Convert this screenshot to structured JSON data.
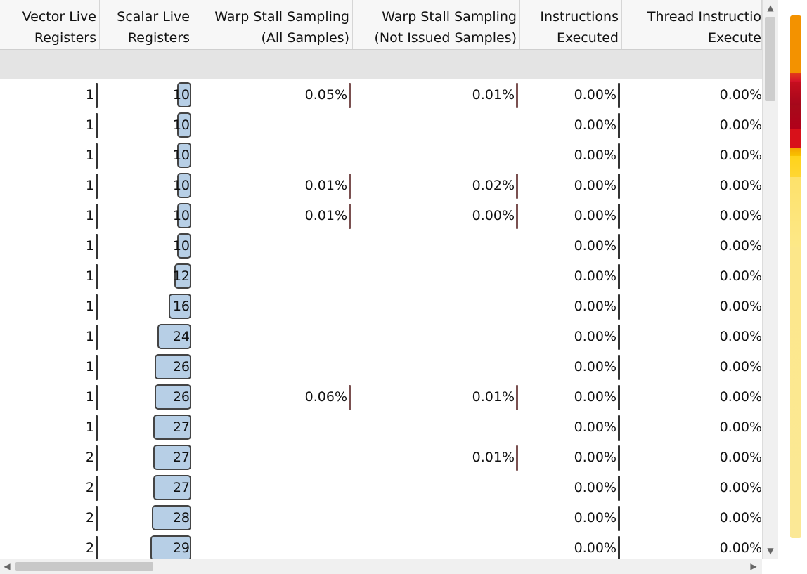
{
  "columns": [
    {
      "id": "vector_live",
      "line1": "Vector Live",
      "line2": "Registers"
    },
    {
      "id": "scalar_live",
      "line1": "Scalar Live",
      "line2": "Registers"
    },
    {
      "id": "warp_all",
      "line1": "Warp Stall Sampling",
      "line2": "(All Samples)"
    },
    {
      "id": "warp_not_issued",
      "line1": "Warp Stall Sampling",
      "line2": "(Not Issued Samples)"
    },
    {
      "id": "instr_exec",
      "line1": "Instructions",
      "line2": "Executed"
    },
    {
      "id": "thread_instr",
      "line1": "Thread Instructio",
      "line2": "Execute"
    }
  ],
  "rows": [
    {
      "vector": "1",
      "scalar": "10",
      "scalar_level": 0.2,
      "warp_all": "0.05%",
      "warp_not_issued": "0.01%",
      "instr": "0.00%",
      "thread": "0.00%"
    },
    {
      "vector": "1",
      "scalar": "10",
      "scalar_level": 0.2,
      "warp_all": "",
      "warp_not_issued": "",
      "instr": "0.00%",
      "thread": "0.00%"
    },
    {
      "vector": "1",
      "scalar": "10",
      "scalar_level": 0.2,
      "warp_all": "",
      "warp_not_issued": "",
      "instr": "0.00%",
      "thread": "0.00%"
    },
    {
      "vector": "1",
      "scalar": "10",
      "scalar_level": 0.2,
      "warp_all": "0.01%",
      "warp_not_issued": "0.02%",
      "instr": "0.00%",
      "thread": "0.00%"
    },
    {
      "vector": "1",
      "scalar": "10",
      "scalar_level": 0.2,
      "warp_all": "0.01%",
      "warp_not_issued": "0.00%",
      "instr": "0.00%",
      "thread": "0.00%"
    },
    {
      "vector": "1",
      "scalar": "10",
      "scalar_level": 0.2,
      "warp_all": "",
      "warp_not_issued": "",
      "instr": "0.00%",
      "thread": "0.00%"
    },
    {
      "vector": "1",
      "scalar": "12",
      "scalar_level": 0.24,
      "warp_all": "",
      "warp_not_issued": "",
      "instr": "0.00%",
      "thread": "0.00%"
    },
    {
      "vector": "1",
      "scalar": "16",
      "scalar_level": 0.32,
      "warp_all": "",
      "warp_not_issued": "",
      "instr": "0.00%",
      "thread": "0.00%"
    },
    {
      "vector": "1",
      "scalar": "24",
      "scalar_level": 0.48,
      "warp_all": "",
      "warp_not_issued": "",
      "instr": "0.00%",
      "thread": "0.00%"
    },
    {
      "vector": "1",
      "scalar": "26",
      "scalar_level": 0.52,
      "warp_all": "",
      "warp_not_issued": "",
      "instr": "0.00%",
      "thread": "0.00%"
    },
    {
      "vector": "1",
      "scalar": "26",
      "scalar_level": 0.52,
      "warp_all": "0.06%",
      "warp_not_issued": "0.01%",
      "instr": "0.00%",
      "thread": "0.00%"
    },
    {
      "vector": "1",
      "scalar": "27",
      "scalar_level": 0.54,
      "warp_all": "",
      "warp_not_issued": "",
      "instr": "0.00%",
      "thread": "0.00%"
    },
    {
      "vector": "2",
      "scalar": "27",
      "scalar_level": 0.54,
      "warp_all": "",
      "warp_not_issued": "0.01%",
      "instr": "0.00%",
      "thread": "0.00%"
    },
    {
      "vector": "2",
      "scalar": "27",
      "scalar_level": 0.54,
      "warp_all": "",
      "warp_not_issued": "",
      "instr": "0.00%",
      "thread": "0.00%"
    },
    {
      "vector": "2",
      "scalar": "28",
      "scalar_level": 0.56,
      "warp_all": "",
      "warp_not_issued": "",
      "instr": "0.00%",
      "thread": "0.00%"
    },
    {
      "vector": "2",
      "scalar": "29",
      "scalar_level": 0.58,
      "warp_all": "",
      "warp_not_issued": "",
      "instr": "0.00%",
      "thread": "0.00%"
    }
  ],
  "scrollbar": {
    "up_icon": "triangle-up-icon",
    "down_icon": "triangle-down-icon",
    "left_icon": "triangle-left-icon",
    "right_icon": "triangle-right-icon"
  },
  "colors": {
    "scalar_bar": "#b7cfe6",
    "tick": "#333333",
    "tick_warp": "#7a5050",
    "header_bg": "#f7f7f7",
    "filter_band": "#e4e4e4"
  }
}
